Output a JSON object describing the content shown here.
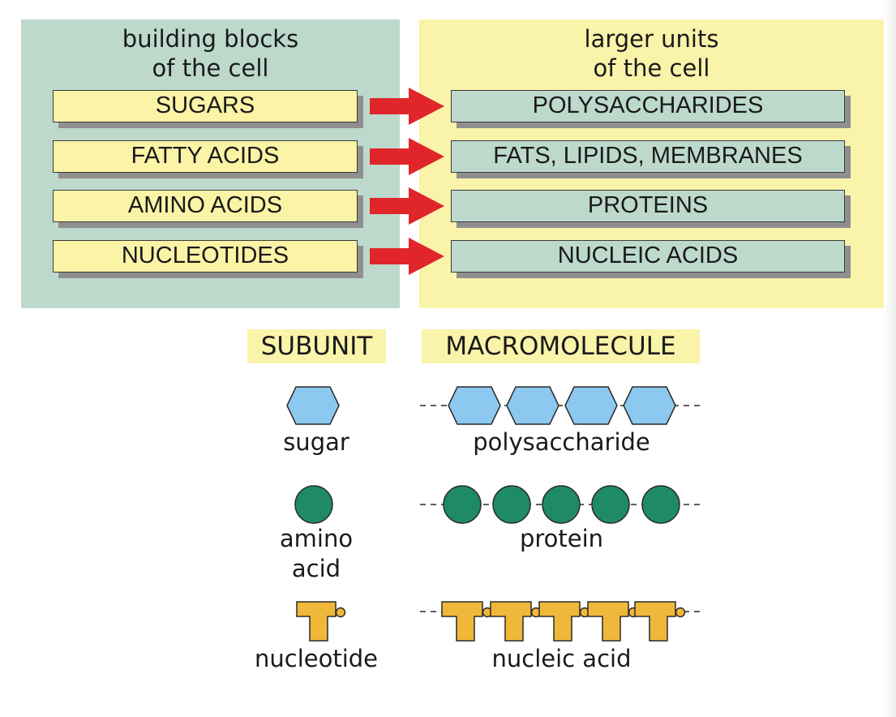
{
  "left_panel": {
    "title": "building blocks\nof the cell",
    "items": [
      "SUGARS",
      "FATTY ACIDS",
      "AMINO ACIDS",
      "NUCLEOTIDES"
    ]
  },
  "right_panel": {
    "title": "larger units\nof the cell",
    "items": [
      "POLYSACCHARIDES",
      "FATS, LIPIDS, MEMBRANES",
      "PROTEINS",
      "NUCLEIC ACIDS"
    ]
  },
  "legend": {
    "subunit_header": "SUBUNIT",
    "macromolecule_header": "MACROMOLECULE",
    "rows": [
      {
        "subunit": "sugar",
        "macromolecule": "polysaccharide",
        "icon": "hexagon-icon",
        "color": "#8cc8f0",
        "chain_units": 4
      },
      {
        "subunit": "amino\nacid",
        "macromolecule": "protein",
        "icon": "circle-icon",
        "color": "#1f8a68",
        "chain_units": 5
      },
      {
        "subunit": "nucleotide",
        "macromolecule": "nucleic acid",
        "icon": "nucleotide-icon",
        "color": "#f0b83a",
        "chain_units": 5
      }
    ]
  },
  "colors": {
    "green_panel": "#bcd9cc",
    "yellow_panel": "#faf3aa",
    "arrow": "#e0262a"
  }
}
